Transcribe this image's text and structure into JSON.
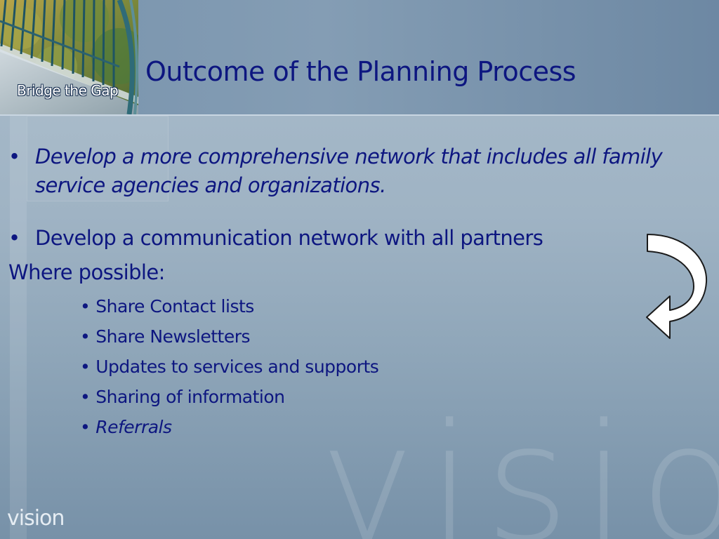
{
  "slide": {
    "brand": "Bridge the Gap",
    "title": "Outcome of the Planning Process",
    "watermark": "vision",
    "footer_logo": "vision",
    "bullet_glyph": "•",
    "bullets": [
      {
        "text": "Develop a more comprehensive network that includes all family service agencies and organizations.",
        "italic": true
      },
      {
        "text": "Develop a communication network with all partners",
        "italic": false
      }
    ],
    "where_text": "Where possible:",
    "sub_bullets": [
      {
        "text": "Share Contact lists",
        "italic": false
      },
      {
        "text": "Share Newsletters",
        "italic": false
      },
      {
        "text": "Updates to services and supports",
        "italic": false
      },
      {
        "text": "Sharing of information",
        "italic": false
      },
      {
        "text": "Referrals",
        "italic": true
      }
    ],
    "colors": {
      "title_text": "#0d1680",
      "body_text": "#0d1680",
      "background": "#9fb3c4",
      "header_band": "#7893ad"
    },
    "icons": [
      "curved-arrow-icon",
      "bridge-photo"
    ]
  }
}
